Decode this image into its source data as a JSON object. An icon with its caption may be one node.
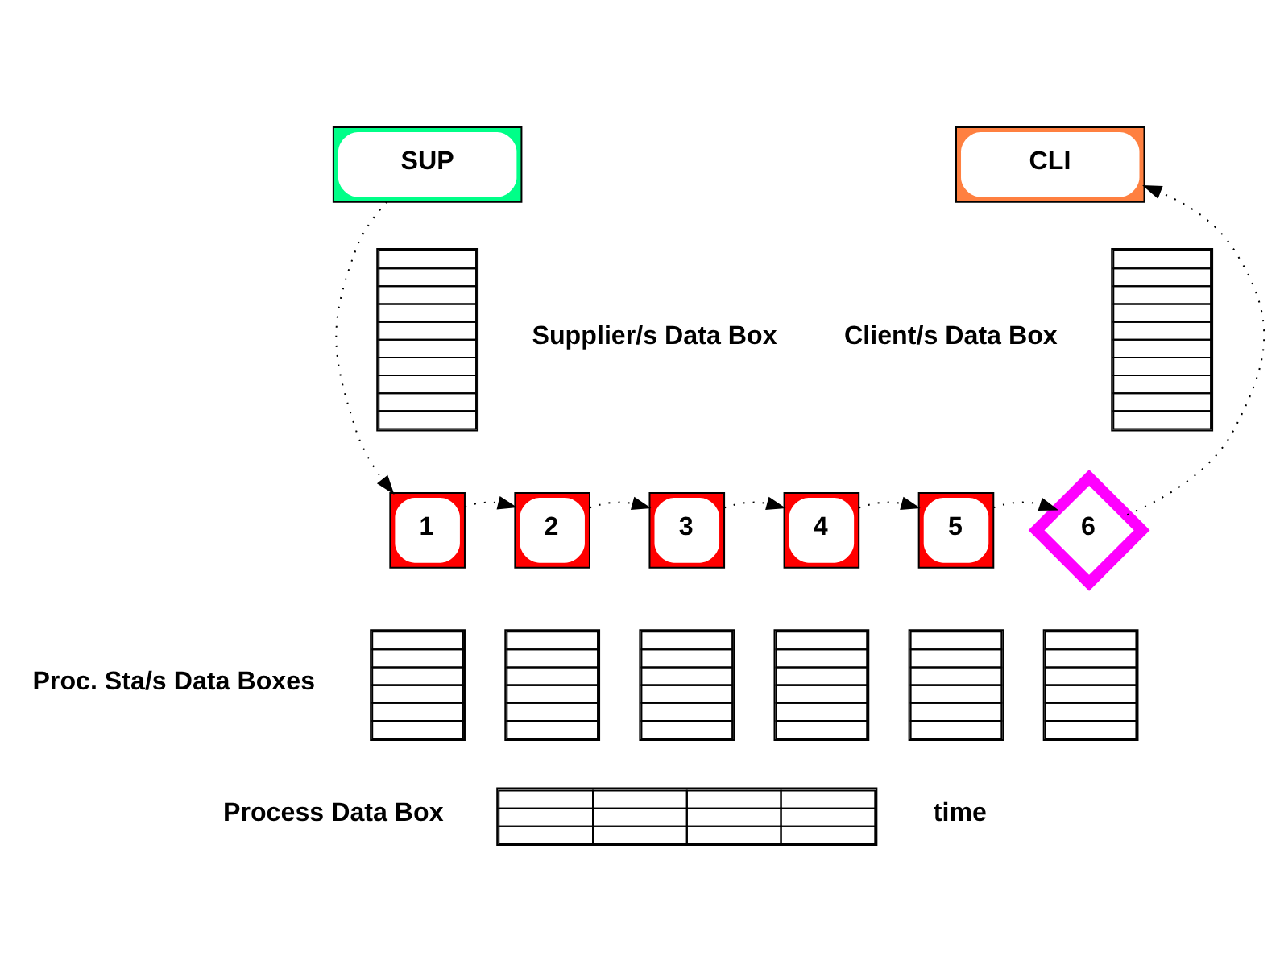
{
  "diagram": {
    "nodes": [
      {
        "text": [
          "SUP"
        ]
      },
      {
        "text": [
          "CLI"
        ]
      },
      {
        "text": [],
        "shape": "box",
        "beside": [
          "Supplier/s Data Box"
        ]
      },
      {
        "text": [],
        "shape": "box",
        "beside": [
          "Client/s Data Box"
        ]
      },
      {
        "text": [
          "1"
        ]
      },
      {
        "text": [
          "2"
        ]
      },
      {
        "text": [
          "3"
        ]
      },
      {
        "text": [
          "4"
        ]
      },
      {
        "text": [
          "5"
        ]
      },
      {
        "text": [
          "6"
        ]
      },
      {
        "text": [],
        "shape": "box",
        "beside": [
          "Proc. Sta/s Data Boxes"
        ]
      },
      {
        "text": [],
        "shape": "box"
      },
      {
        "text": [],
        "shape": "box"
      },
      {
        "text": [],
        "shape": "box"
      },
      {
        "text": [],
        "shape": "box"
      },
      {
        "text": [],
        "shape": "box"
      },
      {
        "text": [],
        "shape": "box",
        "beside": [
          "Process Data Box"
        ]
      }
    ],
    "edges": [
      {
        "from": 0,
        "to": 4,
        "arrow": "to",
        "style": "dashed"
      },
      {
        "from": 4,
        "to": 5,
        "arrow": "to",
        "style": "dashed"
      },
      {
        "from": 5,
        "to": 6,
        "arrow": "to",
        "style": "dashed"
      },
      {
        "from": 6,
        "to": 7,
        "arrow": "to",
        "style": "dashed"
      },
      {
        "from": 7,
        "to": 8,
        "arrow": "to",
        "style": "dashed"
      },
      {
        "from": 8,
        "to": 9,
        "arrow": "to",
        "style": "dashed"
      },
      {
        "from": 9,
        "to": 1,
        "arrow": "to",
        "style": "dashed"
      }
    ],
    "labels": [
      "time"
    ]
  }
}
